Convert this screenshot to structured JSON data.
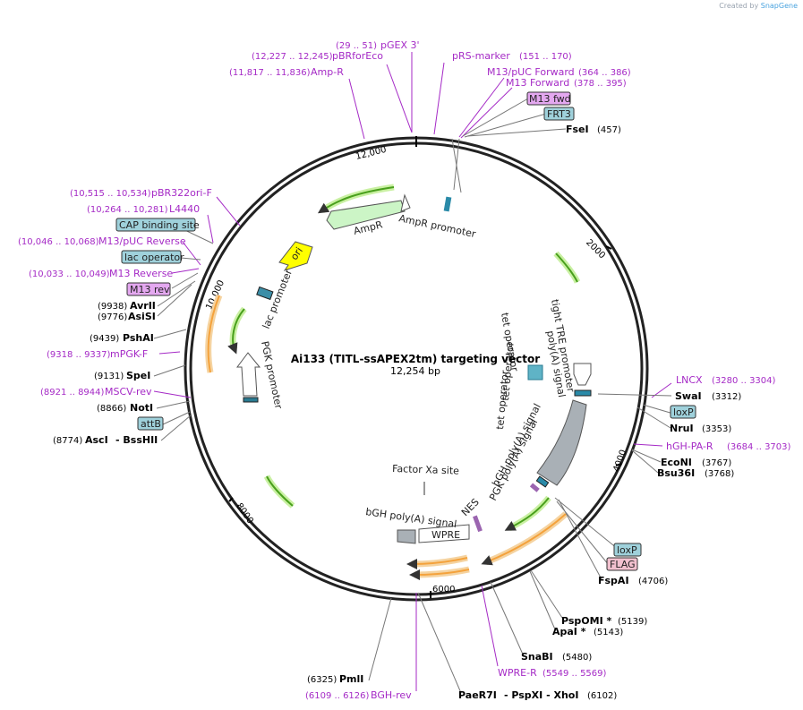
{
  "brand": {
    "created_by": "Created by",
    "app": "SnapGene"
  },
  "plasmid": {
    "name": "Ai133 (TITL-ssAPEX2tm) targeting vector",
    "size": "12,254 bp"
  },
  "ticks": [
    "2000",
    "4000",
    "6000",
    "8000",
    "10,000",
    "12,000"
  ],
  "primers": [
    {
      "name": "pGEX 3'",
      "range": "(29 .. 51)"
    },
    {
      "name": "pBRforEco",
      "range": "(12,227 .. 12,245)"
    },
    {
      "name": "Amp-R",
      "range": "(11,817 .. 11,836)"
    },
    {
      "name": "pRS-marker",
      "range": "(151 .. 170)"
    },
    {
      "name": "M13/pUC Forward",
      "range": "(364 .. 386)"
    },
    {
      "name": "M13 Forward",
      "range": "(378 .. 395)"
    },
    {
      "name": "pBR322ori-F",
      "range": "(10,515 .. 10,534)"
    },
    {
      "name": "L4440",
      "range": "(10,264 .. 10,281)"
    },
    {
      "name": "M13/pUC Reverse",
      "range": "(10,046 .. 10,068)"
    },
    {
      "name": "M13 Reverse",
      "range": "(10,033 .. 10,049)"
    },
    {
      "name": "mPGK-F",
      "range": "(9318 .. 9337)"
    },
    {
      "name": "MSCV-rev",
      "range": "(8921 .. 8944)"
    },
    {
      "name": "LNCX",
      "range": "(3280 .. 3304)"
    },
    {
      "name": "hGH-PA-R",
      "range": "(3684 .. 3703)"
    },
    {
      "name": "WPRE-R",
      "range": "(5549 .. 5569)"
    },
    {
      "name": "BGH-rev",
      "range": "(6109 .. 6126)"
    }
  ],
  "boxes": [
    {
      "name": "M13 fwd"
    },
    {
      "name": "FRT3"
    },
    {
      "name": "CAP binding site"
    },
    {
      "name": "lac operator"
    },
    {
      "name": "M13 rev"
    },
    {
      "name": "attB"
    },
    {
      "name": "loxP"
    },
    {
      "name": "loxP"
    },
    {
      "name": "FLAG"
    }
  ],
  "enzymes": [
    {
      "name": "FseI",
      "pos": "(457)"
    },
    {
      "name": "AvrII",
      "pos": "(9938)"
    },
    {
      "name": "AsiSI",
      "pos": "(9776)"
    },
    {
      "name": "PshAI",
      "pos": "(9439)"
    },
    {
      "name": "SpeI",
      "pos": "(9131)"
    },
    {
      "name": "NotI",
      "pos": "(8866)"
    },
    {
      "name": "AscI",
      "pos": "(8774)",
      "extra": "- BssHII"
    },
    {
      "name": "SwaI",
      "pos": "(3312)"
    },
    {
      "name": "NruI",
      "pos": "(3353)"
    },
    {
      "name": "EcoNI",
      "pos": "(3767)"
    },
    {
      "name": "Bsu36I",
      "pos": "(3768)"
    },
    {
      "name": "FspAI",
      "pos": "(4706)"
    },
    {
      "name": "PspOMI *",
      "pos": "(5139)"
    },
    {
      "name": "ApaI *",
      "pos": "(5143)"
    },
    {
      "name": "SnaBI",
      "pos": "(5480)"
    },
    {
      "name": "PmlI",
      "pos": "(6325)"
    },
    {
      "name": "PaeR7I",
      "pos": "(6102)",
      "extra": "- PspXI - XhoI"
    }
  ],
  "features": [
    {
      "name": "AmpR promoter"
    },
    {
      "name": "AmpR"
    },
    {
      "name": "ori"
    },
    {
      "name": "lac promoter"
    },
    {
      "name": "PGK promoter"
    },
    {
      "name": "tight TRE promoter"
    },
    {
      "name": "poly(A) signal"
    },
    {
      "name": "tet operator"
    },
    {
      "name": "tet operator"
    },
    {
      "name": "tet operator"
    },
    {
      "name": "hGH poly(A) signal"
    },
    {
      "name": "PGK poly(A) signal"
    },
    {
      "name": "NES"
    },
    {
      "name": "bGH poly(A) signal"
    },
    {
      "name": "WPRE"
    },
    {
      "name": "Factor Xa site"
    }
  ],
  "colors": {
    "primer": "#a52ac6",
    "ori": "#ffff00",
    "ampr": "#ccf5c6",
    "orf_orange": "#f4a23c",
    "orf_green": "#49a01c",
    "box_blue": "#9fd1db",
    "box_purple": "#e4a8f0",
    "box_pink": "#f2c1cf",
    "polyA": "#a9b0b6"
  }
}
